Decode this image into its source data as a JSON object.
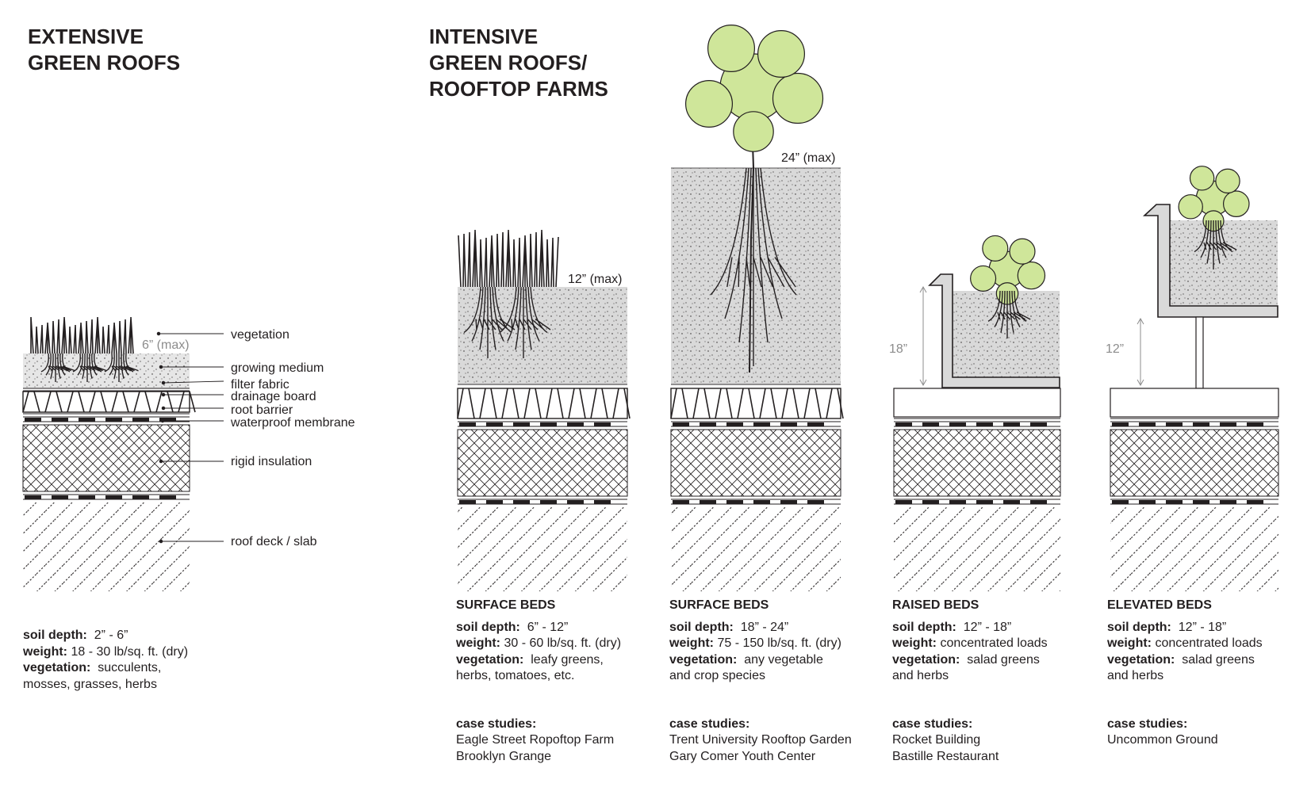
{
  "titles": {
    "extensive": [
      "EXTENSIVE",
      "GREEN ROOFS"
    ],
    "intensive": [
      "INTENSIVE",
      "GREEN ROOFS/",
      "ROOFTOP FARMS"
    ]
  },
  "layer_labels": {
    "vegetation": "vegetation",
    "growing_medium": "growing medium",
    "filter_fabric": "filter fabric",
    "drainage_board": "drainage board",
    "root_barrier": "root barrier",
    "waterproof_membrane": "waterproof membrane",
    "rigid_insulation": "rigid insulation",
    "roof_deck": "roof deck / slab"
  },
  "dimension_labels": {
    "extensive_max": "6” (max)",
    "surface_small_max": "12” (max)",
    "surface_tall_max": "24” (max)",
    "raised_height": "18”",
    "elevated_height": "12”"
  },
  "field_labels": {
    "soil_depth": "soil depth:",
    "weight": "weight:",
    "vegetation": "vegetation:",
    "case_studies": "case studies:"
  },
  "extensive": {
    "soil_depth": "  2” - 6”",
    "weight": " 18 - 30 lb/sq. ft. (dry)",
    "vegetation_1": "  succulents,",
    "vegetation_2": "mosses, grasses, herbs"
  },
  "columns": {
    "surface1": {
      "title": "SURFACE BEDS",
      "soil_depth": "  6” - 12”",
      "weight": " 30 - 60 lb/sq. ft. (dry)",
      "vegetation_1": "  leafy greens,",
      "vegetation_2": "herbs, tomatoes, etc.",
      "case_1": "Eagle Street Ropoftop Farm",
      "case_2": "Brooklyn Grange"
    },
    "surface2": {
      "title": "SURFACE BEDS",
      "soil_depth": "  18” - 24”",
      "weight": " 75 - 150 lb/sq. ft. (dry)",
      "vegetation_1": "  any vegetable",
      "vegetation_2": "and crop species",
      "case_1": "Trent University Rooftop Garden",
      "case_2": "Gary Comer Youth Center"
    },
    "raised": {
      "title": "RAISED BEDS",
      "soil_depth": "  12” - 18”",
      "weight": " concentrated loads",
      "vegetation_1": "  salad greens",
      "vegetation_2": "and herbs",
      "case_1": "Rocket Building",
      "case_2": "Bastille Restaurant"
    },
    "elevated": {
      "title": "ELEVATED BEDS",
      "soil_depth": "  12” - 18”",
      "weight": " concentrated loads",
      "vegetation_1": "  salad greens",
      "vegetation_2": "and herbs",
      "case_1": "Uncommon Ground",
      "case_2": ""
    }
  },
  "colors": {
    "ink": "#231f20",
    "soil": "#d9d9d9",
    "plant_green": "#cfe69a",
    "dimension_gray": "#8c8c8c"
  }
}
